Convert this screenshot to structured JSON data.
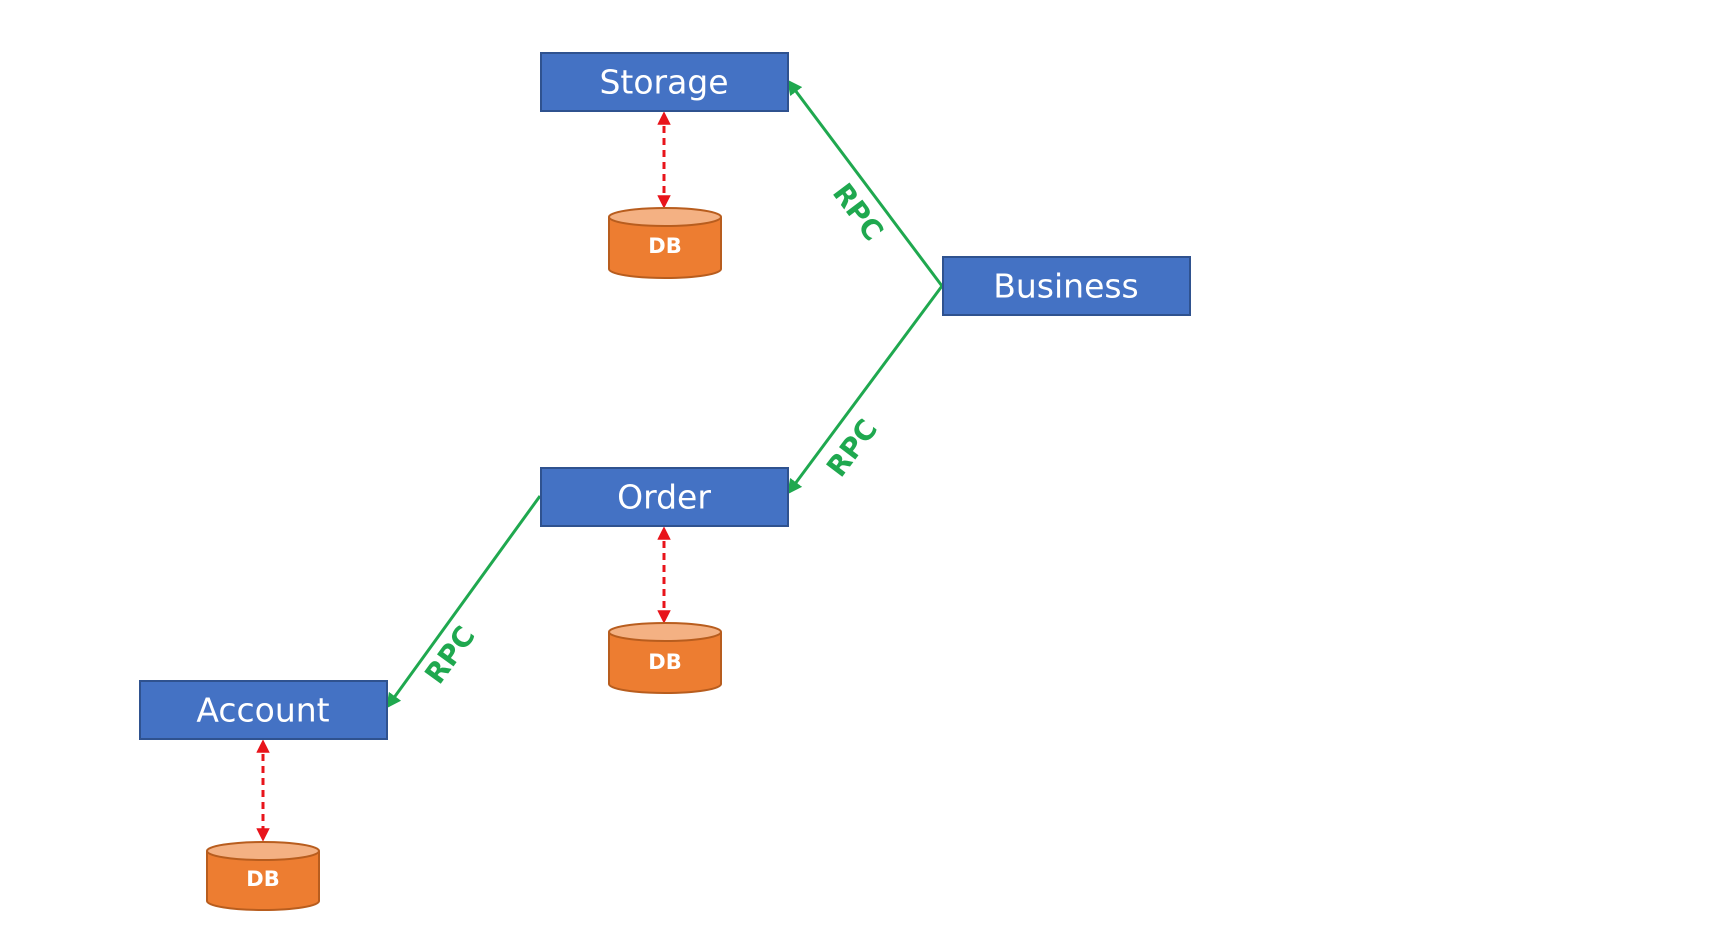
{
  "nodes": {
    "storage": {
      "label": "Storage"
    },
    "business": {
      "label": "Business"
    },
    "order": {
      "label": "Order"
    },
    "account": {
      "label": "Account"
    }
  },
  "databases": {
    "storage_db": {
      "label": "DB"
    },
    "order_db": {
      "label": "DB"
    },
    "account_db": {
      "label": "DB"
    }
  },
  "edges": {
    "business_to_storage": {
      "label": "RPC"
    },
    "business_to_order": {
      "label": "RPC"
    },
    "order_to_account": {
      "label": "RPC"
    }
  },
  "colors": {
    "service_box": "#4472C4",
    "database": "#ED7D31",
    "rpc_arrow": "#1FA84F",
    "db_link": "#E8141B"
  }
}
